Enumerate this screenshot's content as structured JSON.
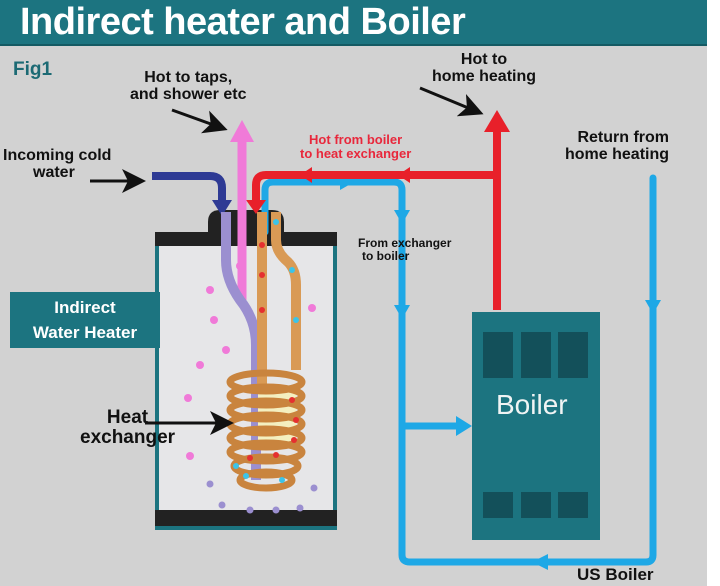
{
  "title": "Indirect heater and Boiler",
  "figure_label": "Fig1",
  "labels": {
    "hot_to_taps": [
      "Hot to taps,",
      "and shower etc"
    ],
    "hot_to_home_heating": [
      "Hot to",
      "home heating"
    ],
    "incoming_cold_water": [
      "Incoming cold",
      "water"
    ],
    "hot_from_boiler": [
      "Hot from boiler",
      "to heat exchanger"
    ],
    "return_from_home_heating": [
      "Return from",
      "home heating"
    ],
    "from_exchanger_to_boiler": [
      "From exchanger",
      " to boiler"
    ],
    "heat_exchanger": [
      "Heat",
      "exchanger"
    ],
    "indirect_water_heater": [
      "Indirect",
      "Water Heater"
    ],
    "boiler": "Boiler",
    "caption": "US Boiler"
  },
  "colors": {
    "header": "#1c7480",
    "background": "#d2d2d2",
    "hot_pipe": "#e8202a",
    "cold_return_pipe": "#1ea8e6",
    "cold_inlet_pipe": "#2e3a94",
    "hot_tap_pipe": "#f07ad8",
    "copper": "#d99a55",
    "boiler": "#1c7480"
  }
}
